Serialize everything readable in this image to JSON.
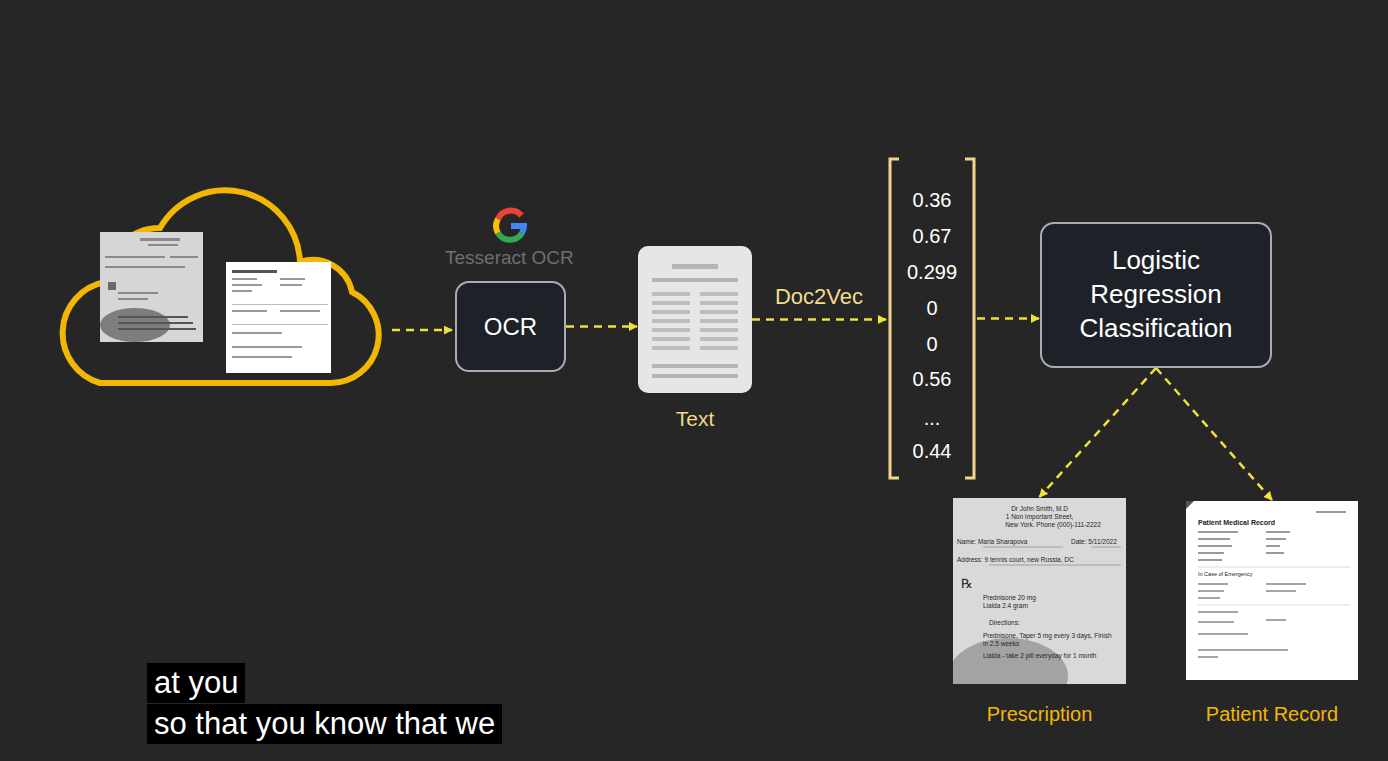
{
  "diagram": {
    "nodes": [
      {
        "text": [
          "OCR"
        ]
      },
      {
        "text": [
          "Text"
        ]
      },
      {
        "text": [
          "0.36",
          "0.67",
          "0.299",
          "0",
          "0",
          "0.56",
          "...",
          "0.44"
        ]
      },
      {
        "text": [
          "Logistic Regression Classification"
        ]
      },
      {
        "text": [
          "Dr John Smith, M.D",
          "1 Non Important Street,",
          "New York. Phone (000)-111-2222",
          "Name: Maria Sharapova",
          "Date: 5/11/2022",
          "Address: 9 tennis court, new Russia, DC",
          "℞",
          "Prednisone 20 mg",
          "Lialda 2.4 gram",
          "Directions:",
          "Prednisone, Taper 5 mg every 3 days, Finish in 2.5 weeks",
          "Lialda - take 2 pill everyday for 1 month",
          "Prescription"
        ]
      },
      {
        "text": [
          "Patient Medical Record",
          "In Case of Emergency",
          "Patient Record"
        ]
      }
    ],
    "edges": [
      {
        "from": 0,
        "to": 1,
        "arrow": "to"
      },
      {
        "from": 1,
        "to": 2,
        "label": "Doc2Vec",
        "arrow": "to"
      },
      {
        "from": 2,
        "to": 3,
        "arrow": "to"
      },
      {
        "from": 3,
        "to": 4,
        "arrow": "to"
      },
      {
        "from": 3,
        "to": 5,
        "arrow": "to"
      }
    ],
    "labels": [
      "Tesseract OCR",
      "at you",
      "so that you know that we"
    ]
  }
}
